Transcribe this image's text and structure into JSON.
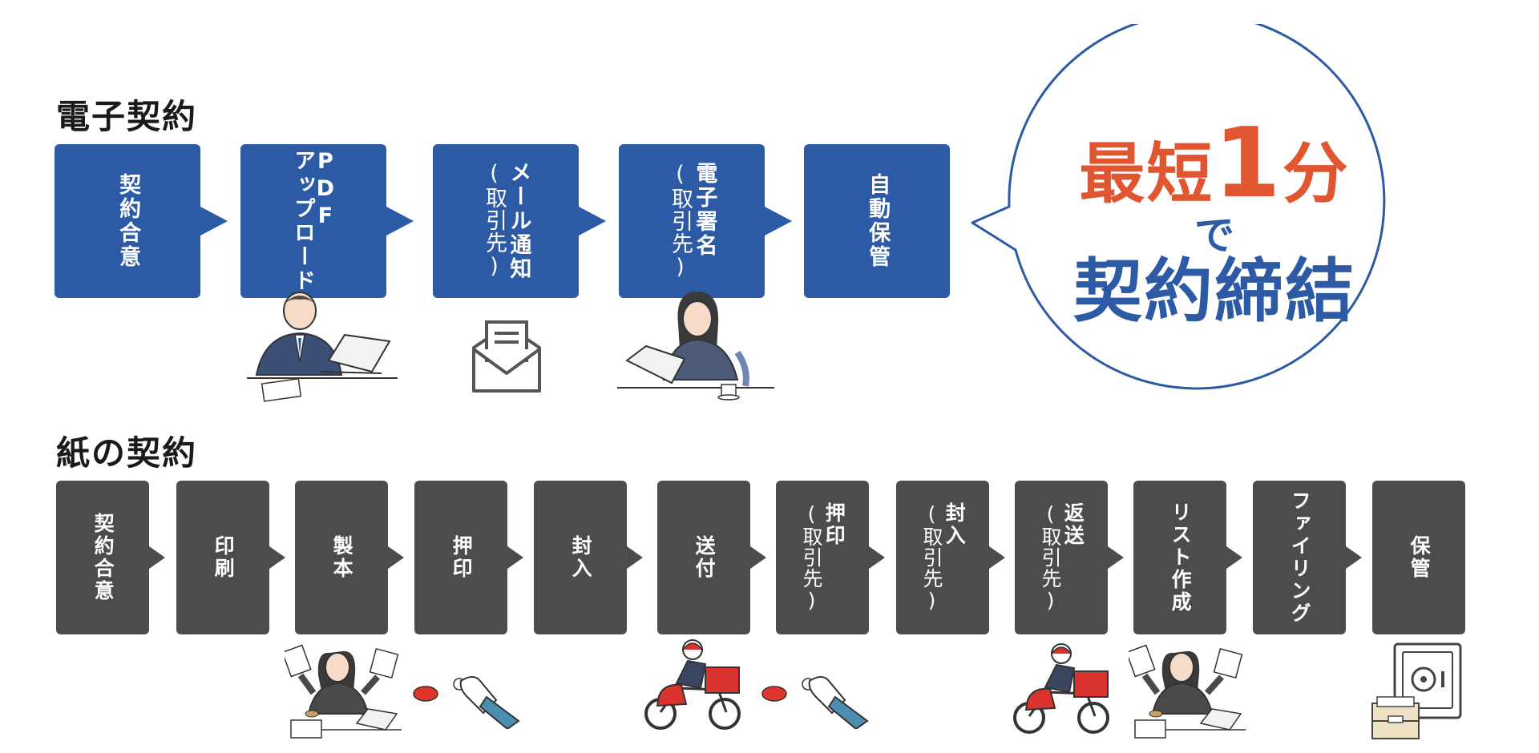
{
  "electronic": {
    "title": "電子契約",
    "steps": [
      {
        "label": "契約合意"
      },
      {
        "label": "PDF\nアップロード"
      },
      {
        "label": "メール通知",
        "sub": "(取引先)"
      },
      {
        "label": "電子署名",
        "sub": "(取引先)"
      },
      {
        "label": "自動保管"
      }
    ]
  },
  "bubble": {
    "line1a": "最短",
    "line1b": "1",
    "line1c": "分",
    "line2": "で",
    "line3": "契約締結"
  },
  "paper": {
    "title": "紙の契約",
    "steps": [
      {
        "label": "契約合意"
      },
      {
        "label": "印刷"
      },
      {
        "label": "製本"
      },
      {
        "label": "押印"
      },
      {
        "label": "封入"
      },
      {
        "label": "送付"
      },
      {
        "label": "押印",
        "sub": "(取引先)"
      },
      {
        "label": "封入",
        "sub": "(取引先)"
      },
      {
        "label": "返送",
        "sub": "(取引先)"
      },
      {
        "label": "リスト作成"
      },
      {
        "label": "ファイリング"
      },
      {
        "label": "保管"
      }
    ]
  },
  "colors": {
    "electronic_accent": "#2c5aa5",
    "paper_step": "#4c4c4c",
    "highlight": "#df5630"
  },
  "illustrations": [
    "office-worker-laptop-icon",
    "envelope-mail-icon",
    "woman-laptop-icon",
    "stressed-worker-icon",
    "hand-stamp-icon",
    "delivery-scooter-icon",
    "safe-and-files-icon"
  ]
}
